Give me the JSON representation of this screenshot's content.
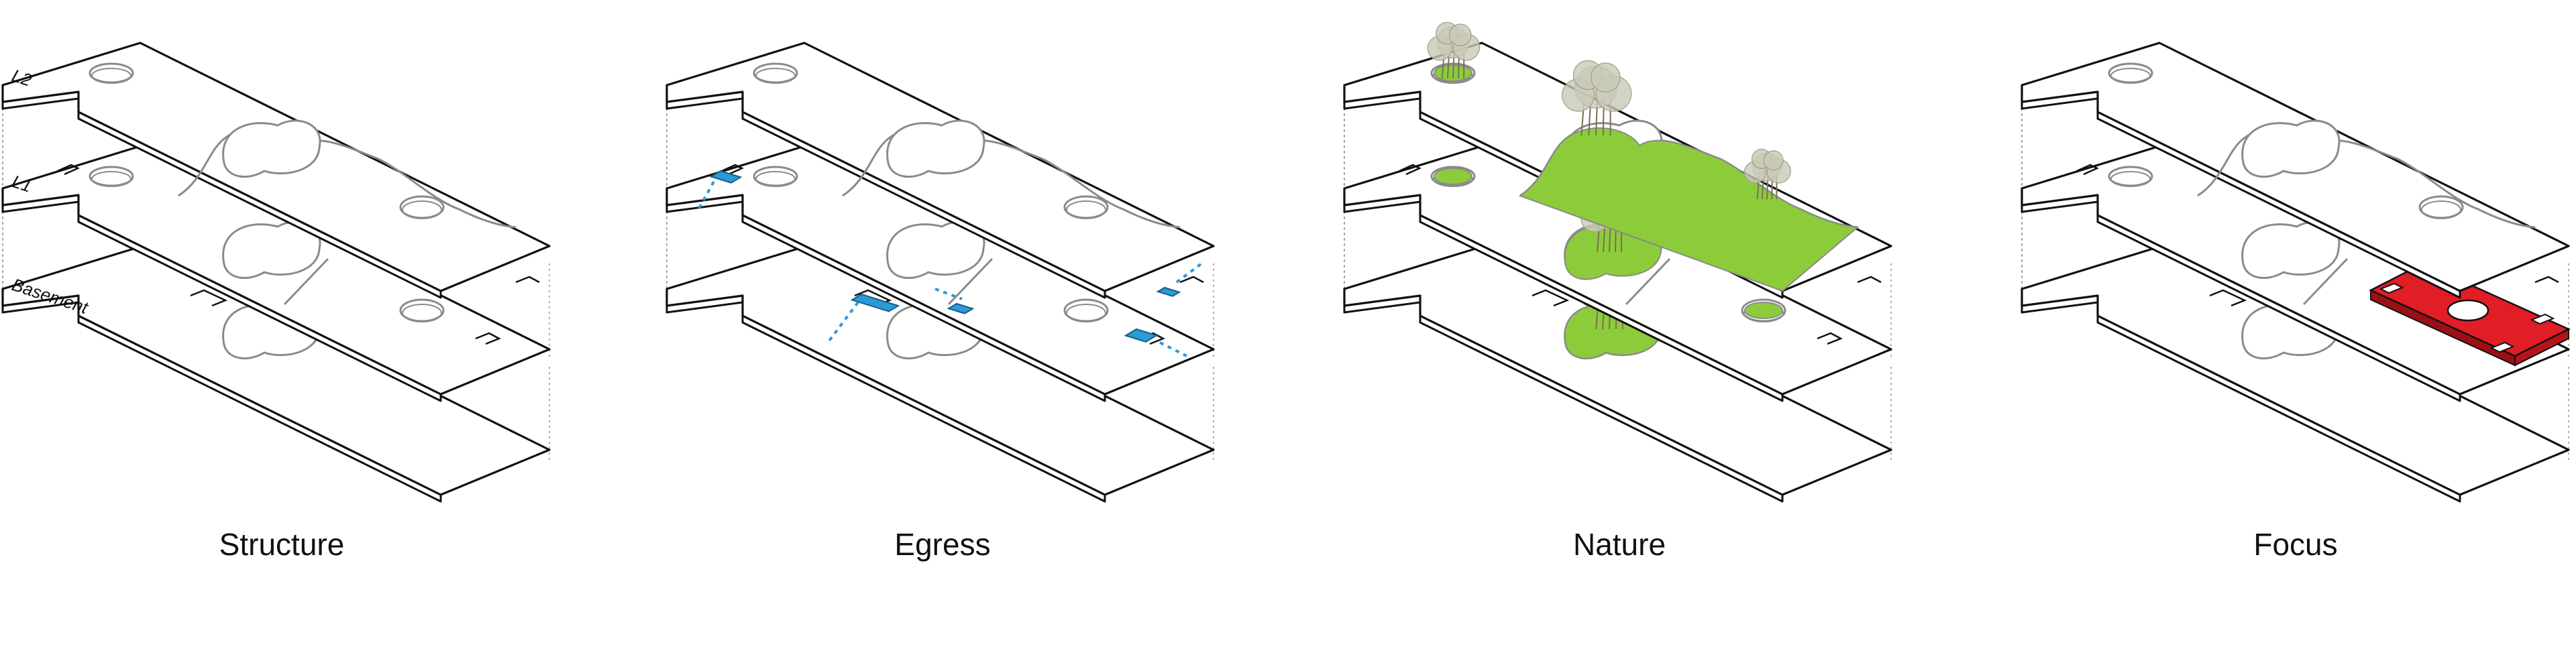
{
  "panels": [
    {
      "id": "structure",
      "caption": "Structure",
      "level_labels": [
        "L2",
        "L1",
        "Basement"
      ]
    },
    {
      "id": "egress",
      "caption": "Egress"
    },
    {
      "id": "nature",
      "caption": "Nature"
    },
    {
      "id": "focus",
      "caption": "Focus"
    }
  ],
  "colors": {
    "line": "#111111",
    "plan_line": "#8a8a8a",
    "egress_blue": "#2b9bd6",
    "nature_green": "#8ccc3a",
    "focus_red": "#e11d26",
    "tree": "#c9c9b8"
  }
}
